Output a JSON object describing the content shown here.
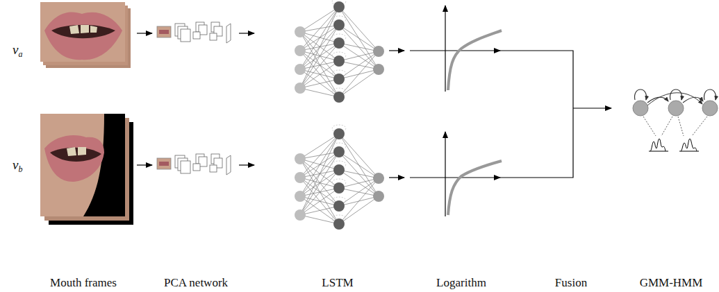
{
  "diagram": {
    "labels": [
      "va",
      "vb",
      "Mouth frames",
      "PCA network",
      "LSTM",
      "Logarithm",
      "Fusion",
      "GMM-HMM"
    ]
  }
}
